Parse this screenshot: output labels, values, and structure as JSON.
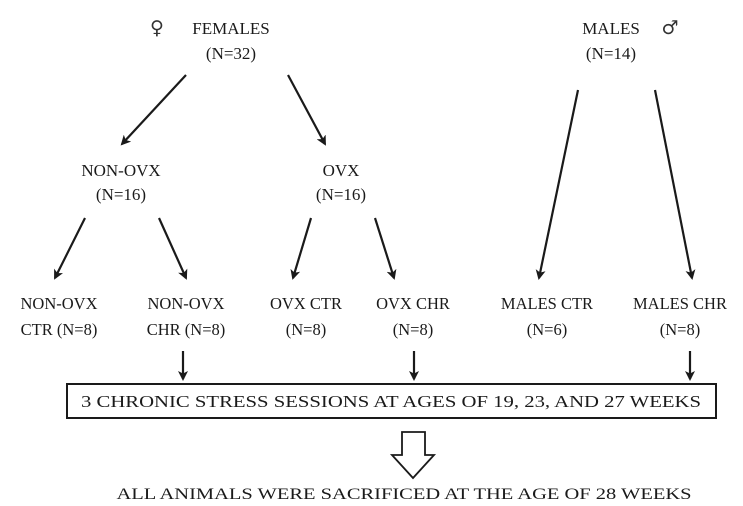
{
  "females": {
    "symbol": "♀",
    "title": "FEMALES",
    "count": "(N=32)"
  },
  "males": {
    "symbol": "♂",
    "title": "MALES",
    "count": "(N=14)"
  },
  "subgroups": {
    "non_ovx": {
      "title": "NON-OVX",
      "count": "(N=16)"
    },
    "ovx": {
      "title": "OVX",
      "count": "(N=16)"
    }
  },
  "leaves": {
    "non_ovx_ctr": {
      "line1": "NON-OVX",
      "line2": "CTR (N=8)"
    },
    "non_ovx_chr": {
      "line1": "NON-OVX",
      "line2": "CHR (N=8)"
    },
    "ovx_ctr": {
      "line1": "OVX CTR",
      "line2": "(N=8)"
    },
    "ovx_chr": {
      "line1": "OVX CHR",
      "line2": "(N=8)"
    },
    "males_ctr": {
      "line1": "MALES CTR",
      "line2": "(N=6)"
    },
    "males_chr": {
      "line1": "MALES CHR",
      "line2": "(N=8)"
    }
  },
  "stress_box": {
    "text": "3 CHRONIC STRESS SESSIONS AT AGES OF 19, 23, AND 27 WEEKS"
  },
  "footer": {
    "text": "ALL ANIMALS WERE SACRIFICED AT THE AGE OF 28 WEEKS"
  }
}
